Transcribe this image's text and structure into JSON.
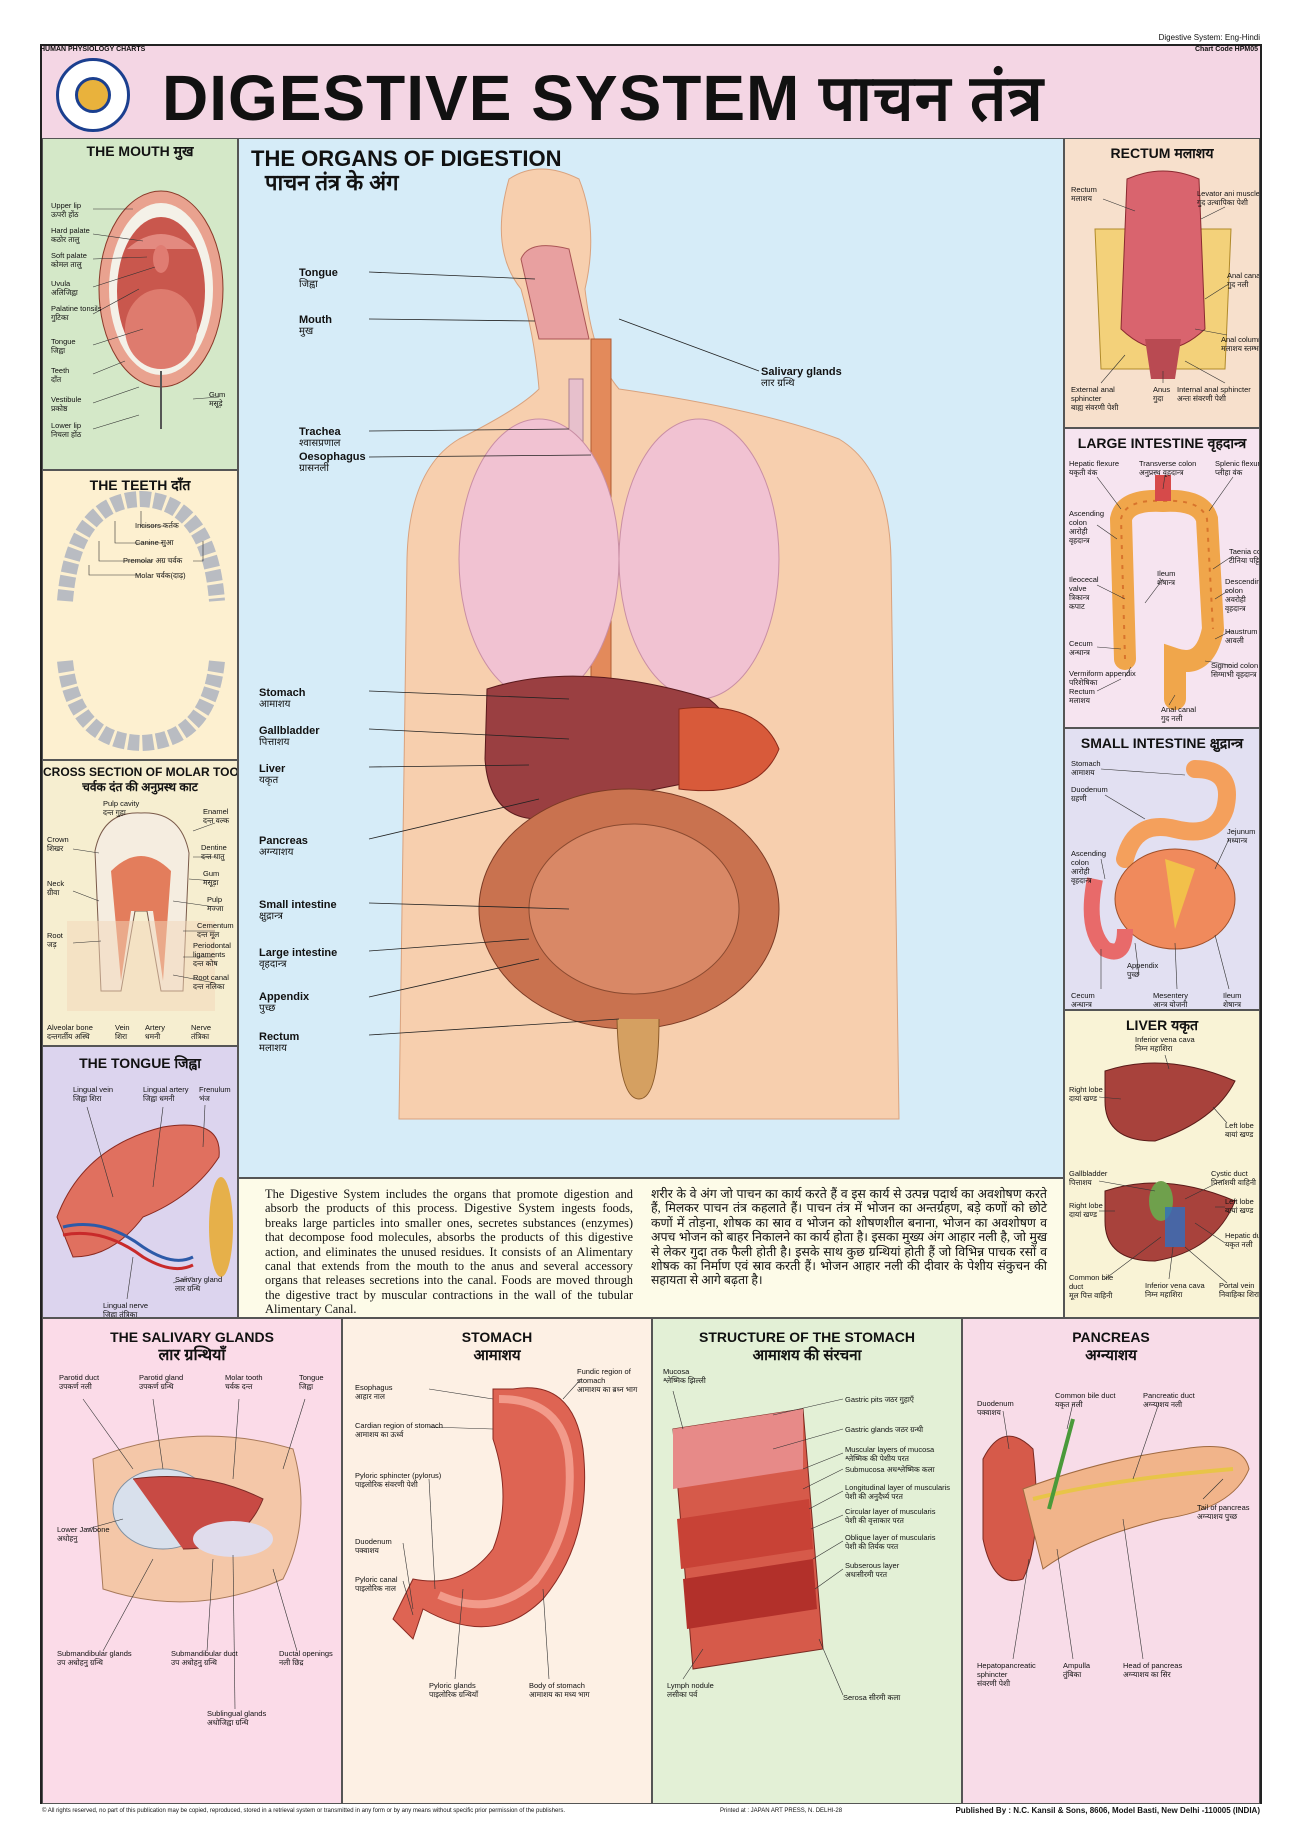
{
  "top_right_code": "Digestive System: Eng-Hindi",
  "header": {
    "series": "HUMAN PHYSIOLOGY CHARTS",
    "chart_code": "Chart Code HPM05",
    "title": "DIGESTIVE SYSTEM पाचन तंत्र"
  },
  "mouth": {
    "title": "THE MOUTH मुख",
    "labels": [
      {
        "en": "Upper lip",
        "hi": "ऊपरी होंठ"
      },
      {
        "en": "Hard palate",
        "hi": "कठोर तालु"
      },
      {
        "en": "Soft palate",
        "hi": "कोमल तालु"
      },
      {
        "en": "Uvula",
        "hi": "अलिजिह्वा"
      },
      {
        "en": "Palatine tonsils",
        "hi": "गुटिका"
      },
      {
        "en": "Tongue",
        "hi": "जिह्वा"
      },
      {
        "en": "Teeth",
        "hi": "दाँत"
      },
      {
        "en": "Vestibule",
        "hi": "प्रकोष्ठ"
      },
      {
        "en": "Lower lip",
        "hi": "निचला होंठ"
      },
      {
        "en": "Gum",
        "hi": "मसूड़े"
      }
    ]
  },
  "teeth": {
    "title": "THE TEETH दाँत",
    "labels": [
      "Incisors कर्तक",
      "Canine सुआ",
      "Premolar अग्र चर्वक",
      "Molar चर्वक(दाढ़)"
    ]
  },
  "molar": {
    "title1": "CROSS SECTION OF MOLAR TOOTH",
    "title2": "चर्वक दंत की अनुप्रस्थ काट",
    "labels": [
      {
        "en": "Pulp cavity",
        "hi": "दन्त गुहा"
      },
      {
        "en": "Enamel",
        "hi": "दन्त वल्क"
      },
      {
        "en": "Crown",
        "hi": "शिखर"
      },
      {
        "en": "Dentine",
        "hi": "दन्त धातु"
      },
      {
        "en": "Gum",
        "hi": "मसूड़ा"
      },
      {
        "en": "Neck",
        "hi": "ग्रीवा"
      },
      {
        "en": "Pulp",
        "hi": "मज्जा"
      },
      {
        "en": "Root",
        "hi": "जड़"
      },
      {
        "en": "Cementum",
        "hi": "दन्त मूल"
      },
      {
        "en": "Periodontal ligaments",
        "hi": "दन्त कोष"
      },
      {
        "en": "Root canal",
        "hi": "दन्त नलिका"
      },
      {
        "en": "Alveolar bone",
        "hi": "दन्तगर्तीय अस्थि"
      },
      {
        "en": "Vein",
        "hi": "शिरा"
      },
      {
        "en": "Artery",
        "hi": "धमनी"
      },
      {
        "en": "Nerve",
        "hi": "तंत्रिका"
      }
    ]
  },
  "tongue": {
    "title": "THE TONGUE जिह्वा",
    "labels": [
      {
        "en": "Lingual vein",
        "hi": "जिह्वा शिरा"
      },
      {
        "en": "Lingual artery",
        "hi": "जिह्वा धमनी"
      },
      {
        "en": "Frenulum",
        "hi": "भंज"
      },
      {
        "en": "Salivary gland",
        "hi": "लार ग्रन्थि"
      },
      {
        "en": "Lingual nerve",
        "hi": "जिह्वा तंत्रिका"
      }
    ]
  },
  "organs": {
    "title1": "THE ORGANS OF DIGESTION",
    "title2": "पाचन तंत्र के अंग",
    "labels": [
      {
        "en": "Tongue",
        "hi": "जिह्वा"
      },
      {
        "en": "Mouth",
        "hi": "मुख"
      },
      {
        "en": "Salivary glands",
        "hi": "लार ग्रन्थि"
      },
      {
        "en": "Trachea",
        "hi": "श्वासप्रणाल"
      },
      {
        "en": "Oesophagus",
        "hi": "ग्रासनली"
      },
      {
        "en": "Stomach",
        "hi": "आमाशय"
      },
      {
        "en": "Gallbladder",
        "hi": "पित्ताशय"
      },
      {
        "en": "Liver",
        "hi": "यकृत"
      },
      {
        "en": "Pancreas",
        "hi": "अग्न्याशय"
      },
      {
        "en": "Small intestine",
        "hi": "क्षुद्रान्त्र"
      },
      {
        "en": "Large intestine",
        "hi": "वृहदान्त्र"
      },
      {
        "en": "Appendix",
        "hi": "पुच्छ"
      },
      {
        "en": "Rectum",
        "hi": "मलाशय"
      }
    ]
  },
  "text_en": "The Digestive System includes the organs that promote digestion and absorb the products of this process. Digestive System ingests foods, breaks large particles into smaller ones, secretes substances (enzymes) that decompose food molecules, absorbs the products of this digestive action, and eliminates the unused residues. It consists of an Alimentary canal that extends from the mouth to the anus and several accessory organs that releases secretions into the canal. Foods are moved through the digestive tract by muscular contractions in the wall of the tubular Alimentary Canal.",
  "text_hi": "शरीर के वे अंग जो पाचन का कार्य करते हैं व इस कार्य से उत्पन्न पदार्थ का अवशोषण करते हैं, मिलकर पाचन तंत्र कहलाते हैं। पाचन तंत्र में भोजन का अन्तर्ग्रहण, बड़े कणों को छोटे कणों में तोड़ना, शोषक का स्राव व भोजन को शोषणशील बनाना, भोजन का अवशोषण व अपच भोजन को बाहर निकालने का कार्य होता है। इसका मुख्य अंग आहार नली है, जो मुख से लेकर गुदा तक फैली होती है। इसके साथ कुछ ग्रन्थियां होती हैं जो विभिन्न पाचक रसों व शोषक का निर्माण एवं स्राव करती हैं। भोजन आहार नली की दीवार के पेशीय संकुचन की सहायता से आगे बढ़ता है।",
  "rectum": {
    "title": "RECTUM मलाशय",
    "labels": [
      {
        "en": "Rectum",
        "hi": "मलाशय"
      },
      {
        "en": "Levator ani muscle",
        "hi": "गुद उत्थापिका पेशी"
      },
      {
        "en": "Anal canal",
        "hi": "गुद नली"
      },
      {
        "en": "Anal columns",
        "hi": "मलाशय स्तम्भ"
      },
      {
        "en": "External anal sphincter",
        "hi": "बाह्य संवरणी पेशी"
      },
      {
        "en": "Anus",
        "hi": "गुदा"
      },
      {
        "en": "Internal anal sphincter",
        "hi": "अन्तः संवरणी पेशी"
      }
    ]
  },
  "large": {
    "title": "LARGE INTESTINE वृहदान्त्र",
    "labels": [
      {
        "en": "Hepatic flexure",
        "hi": "यकृती वंक"
      },
      {
        "en": "Transverse colon",
        "hi": "अनुप्रस्थ वृहदान्त्र"
      },
      {
        "en": "Splenic flexure",
        "hi": "प्लीहा वंक"
      },
      {
        "en": "Ascending colon",
        "hi": "आरोही वृहदान्त्र"
      },
      {
        "en": "Taenia coli",
        "hi": "टीनिया पट्टिका"
      },
      {
        "en": "Ileocecal valve",
        "hi": "त्रिकान्त्र कपाट"
      },
      {
        "en": "Ileum",
        "hi": "शेषान्त्र"
      },
      {
        "en": "Descending colon",
        "hi": "अवरोही वृहदान्त्र"
      },
      {
        "en": "Haustrum",
        "hi": "आवली"
      },
      {
        "en": "Cecum",
        "hi": "अन्धान्त्र"
      },
      {
        "en": "Vermiform appendix",
        "hi": "परिशेषिका"
      },
      {
        "en": "Sigmoid colon",
        "hi": "सिग्माभी वृहदान्त्र"
      },
      {
        "en": "Rectum",
        "hi": "मलाशय"
      },
      {
        "en": "Anal canal",
        "hi": "गुद नली"
      }
    ]
  },
  "small": {
    "title": "SMALL INTESTINE क्षुद्रान्त्र",
    "labels": [
      {
        "en": "Stomach",
        "hi": "आमाशय"
      },
      {
        "en": "Duodenum",
        "hi": "ग्रहणी"
      },
      {
        "en": "Jejunum",
        "hi": "मध्यान्त्र"
      },
      {
        "en": "Ascending colon",
        "hi": "आरोही वृहदान्त्र"
      },
      {
        "en": "Appendix",
        "hi": "पुच्छ"
      },
      {
        "en": "Cecum",
        "hi": "अन्धान्त्र"
      },
      {
        "en": "Mesentery",
        "hi": "आन्त्र योजनी"
      },
      {
        "en": "Ileum",
        "hi": "शेषान्त्र"
      }
    ]
  },
  "liver": {
    "title": "LIVER यकृत",
    "labels": [
      {
        "en": "Inferior vena cava",
        "hi": "निम्न महाशिरा"
      },
      {
        "en": "Right lobe",
        "hi": "दायां खण्ड"
      },
      {
        "en": "Left lobe",
        "hi": "बायां खण्ड"
      },
      {
        "en": "Gallbladder",
        "hi": "पित्ताशय"
      },
      {
        "en": "Cystic duct",
        "hi": "पित्ताशयी वाहिनी"
      },
      {
        "en": "Left lobe",
        "hi": "बायां खण्ड"
      },
      {
        "en": "Right lobe",
        "hi": "दायां खण्ड"
      },
      {
        "en": "Hepatic duct",
        "hi": "यकृत नली"
      },
      {
        "en": "Common bile duct",
        "hi": "मूल पित्त वाहिनी"
      },
      {
        "en": "Inferior vena cava",
        "hi": "निम्न महाशिरा"
      },
      {
        "en": "Portal vein",
        "hi": "निवाहिका शिरा"
      }
    ]
  },
  "salivary": {
    "title1": "THE SALIVARY GLANDS",
    "title2": "लार ग्रन्थियाँ",
    "labels": [
      {
        "en": "Parotid duct",
        "hi": "उपकर्ण नली"
      },
      {
        "en": "Parotid gland",
        "hi": "उपकर्ण ग्रन्थि"
      },
      {
        "en": "Molar tooth",
        "hi": "चर्वक दन्त"
      },
      {
        "en": "Tongue",
        "hi": "जिह्वा"
      },
      {
        "en": "Lower Jawbone",
        "hi": "अधोहनु"
      },
      {
        "en": "Submandibular glands",
        "hi": "उप अधोहनु ग्रन्थि"
      },
      {
        "en": "Submandibular duct",
        "hi": "उप अधोहनु ग्रन्थि"
      },
      {
        "en": "Ductal openings",
        "hi": "नली छिद्र"
      },
      {
        "en": "Sublingual glands",
        "hi": "अधोजिह्वा ग्रन्थि"
      }
    ]
  },
  "stomach": {
    "title1": "STOMACH",
    "title2": "आमाशय",
    "labels": [
      {
        "en": "Fundic region of stomach",
        "hi": "आमाशय का ब्रध्न भाग"
      },
      {
        "en": "Esophagus",
        "hi": "आहार नाल"
      },
      {
        "en": "Cardian region of stomach",
        "hi": "आमाशय का ऊर्ध्व"
      },
      {
        "en": "Pyloric sphincter (pylorus)",
        "hi": "पाइलोरिक संवरणी पेशी"
      },
      {
        "en": "Duodenum",
        "hi": "पक्वाशय"
      },
      {
        "en": "Pyloric canal",
        "hi": "पाइलोरिक नाल"
      },
      {
        "en": "Pyloric glands",
        "hi": "पाइलोरिक ग्रन्थियाँ"
      },
      {
        "en": "Body of stomach",
        "hi": "आमाशय का मध्य भाग"
      }
    ]
  },
  "structure": {
    "title1": "STRUCTURE OF THE STOMACH",
    "title2": "आमाशय की संरचना",
    "labels": [
      {
        "en": "Mucosa",
        "hi": "श्लेष्मिक झिल्ली"
      },
      {
        "en": "Gastric pits जठर गुहाएँ",
        "hi": ""
      },
      {
        "en": "Gastric glands जठर ग्रन्थी",
        "hi": ""
      },
      {
        "en": "Muscular layers of mucosa",
        "hi": "श्लेष्मिक की पेशीय परत"
      },
      {
        "en": "Submucosa अधश्लेष्मिक कला",
        "hi": ""
      },
      {
        "en": "Longitudinal layer of muscularis",
        "hi": "पेशी की अनुदैर्ध्य परत"
      },
      {
        "en": "Circular layer of muscularis",
        "hi": "पेशी की वृत्ताकार परत"
      },
      {
        "en": "Oblique layer of muscularis",
        "hi": "पेशी की तिर्यक परत"
      },
      {
        "en": "Subserous layer",
        "hi": "अधःसीरमी परत"
      },
      {
        "en": "Lymph nodule",
        "hi": "लसीका पर्व"
      },
      {
        "en": "Serosa सीरमी कला",
        "hi": ""
      }
    ]
  },
  "pancreas": {
    "title1": "PANCREAS",
    "title2": "अग्न्याशय",
    "labels": [
      {
        "en": "Duodenum",
        "hi": "पक्वाशय"
      },
      {
        "en": "Common bile duct",
        "hi": "यकृत नली"
      },
      {
        "en": "Pancreatic duct",
        "hi": "अग्न्याशय नली"
      },
      {
        "en": "Tail of pancreas",
        "hi": "अग्न्याशय पुच्छ"
      },
      {
        "en": "Hepatopancreatic sphincter",
        "hi": "संवरणी पेशी"
      },
      {
        "en": "Ampulla",
        "hi": "तुंबिका"
      },
      {
        "en": "Head of pancreas",
        "hi": "अग्न्याशय का सिर"
      }
    ]
  },
  "footer": {
    "rights": "© All rights reserved, no part of this publication may be copied, reproduced, stored in a retrieval system or transmitted in any form or by any means without specific prior permission of the publishers.",
    "printer": "Printed at : JAPAN ART PRESS, N. DELHI-28",
    "publisher": "Published By : N.C. Kansil & Sons, 8606, Model Basti, New Delhi -110005 (INDIA)"
  },
  "colors": {
    "header_bg": "#f4d6e4",
    "mouth_bg": "#d4e8c8",
    "teeth_bg": "#fdf0d0",
    "molar_bg": "#f6eed0",
    "tongue_bg": "#dcd4ee",
    "center_bg": "#d6ecf8",
    "text_bg": "#fdfbe8",
    "rectum_bg": "#f7e0cc",
    "large_bg": "#f6e4f0",
    "small_bg": "#e2e0f2",
    "liver_bg": "#f9f3d6",
    "salivary_bg": "#fbdbe8",
    "stomach_bg": "#fdf0e4",
    "structure_bg": "#e3f0d6",
    "pancreas_bg": "#f8dce8"
  }
}
